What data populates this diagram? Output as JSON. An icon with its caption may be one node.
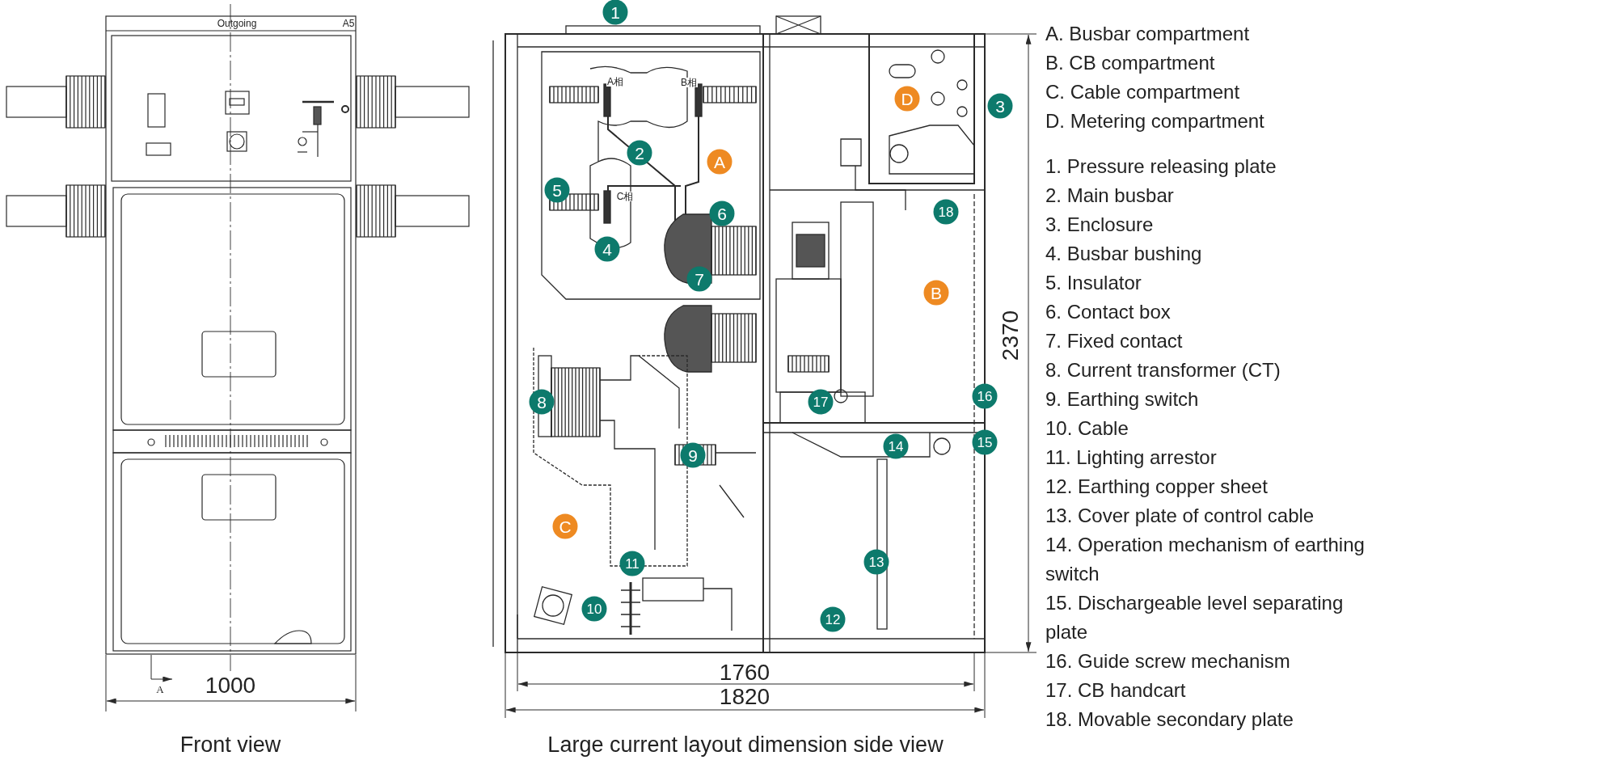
{
  "diagram": {
    "labels": [
      "Outgoing",
      "A5",
      "1",
      "3",
      "D",
      "A相",
      "B相",
      "2",
      "A",
      "5",
      "C相",
      "6",
      "4",
      "18",
      "7",
      "B",
      "2370",
      "8",
      "17",
      "16",
      "9",
      "14",
      "15",
      "C",
      "11",
      "13",
      "10",
      "12",
      "A",
      "1000",
      "1760",
      "1820",
      "Front view",
      "Large current layout dimension side view",
      "A. Busbar compartment",
      "B. CB compartment",
      "C. Cable compartment",
      "D. Metering compartment",
      "1. Pressure releasing plate",
      "2. Main busbar",
      "3. Enclosure",
      "4. Busbar bushing",
      "5. Insulator",
      "6. Contact box",
      "7. Fixed contact",
      "8. Current transformer (CT)",
      "9. Earthing switch",
      "10. Cable",
      "11. Lighting arrestor",
      "12. Earthing copper sheet",
      "13. Cover plate of control cable",
      "14. Operation mechanism of earthing switch",
      "15. Dischargeable level separating plate",
      "16. Guide screw mechanism",
      "17. CB handcart",
      "18. Movable secondary plate"
    ]
  }
}
